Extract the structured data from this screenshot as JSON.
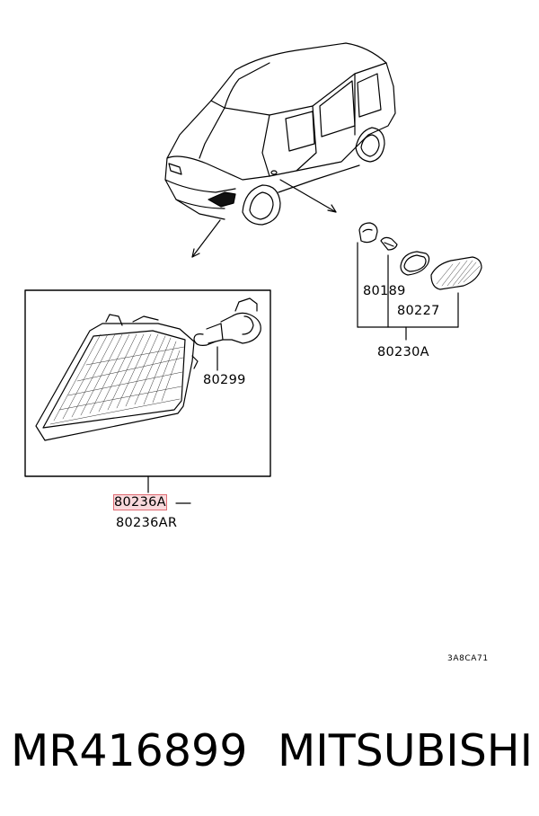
{
  "labels": {
    "bulb_socket": "80299",
    "side_bulb": "80189",
    "side_gasket": "80227",
    "side_lamp_assy": "80230A",
    "corner_lamp_lh": "80236A",
    "corner_lamp_rh": "80236AR"
  },
  "illustration_code": "3A8CA71",
  "footer": {
    "part_number": "MR416899",
    "brand": "MITSUBISHI"
  },
  "colors": {
    "line": "#000000",
    "highlight": "#e87882"
  }
}
